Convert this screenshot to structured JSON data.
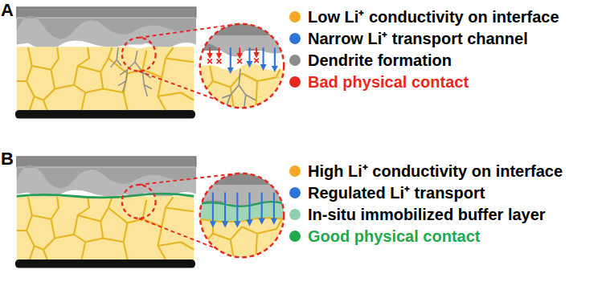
{
  "diagram": {
    "labels": [
      "A",
      "B"
    ],
    "legend": [
      {
        "text": "Low Li⁺ conductivity on interface",
        "color": "#f5a623"
      },
      {
        "text": "Narrow Li⁺ transport channel",
        "color": "#2e75d6"
      },
      {
        "text": "Dendrite formation",
        "color": "#8c8c8c"
      },
      {
        "text": "Bad physical contact",
        "color": "#e8281e"
      },
      {
        "text": "High Li⁺ conductivity on interface",
        "color": "#f5a623"
      },
      {
        "text": "Regulated Li⁺ transport",
        "color": "#2e75d6"
      },
      {
        "text": "In-situ immobilized buffer layer",
        "color": "#8fcfae"
      },
      {
        "text": "Good physical contact",
        "color": "#1fa84f"
      }
    ]
  }
}
